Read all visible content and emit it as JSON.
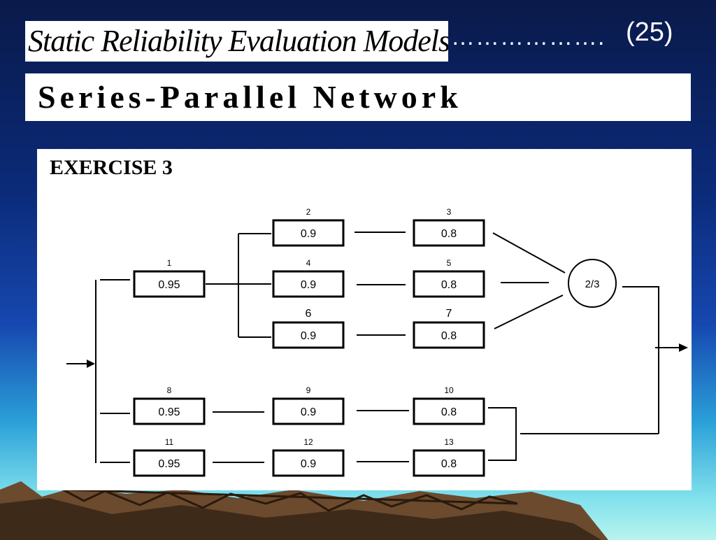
{
  "slide": {
    "title": "Static Reliability Evaluation Models",
    "title_dots": "……………….",
    "number": "(25)",
    "subtitle": "Series-Parallel Network"
  },
  "exercise": {
    "title": "EXERCISE 3",
    "blocks": [
      {
        "id": "1",
        "value": "0.95"
      },
      {
        "id": "2",
        "value": "0.9"
      },
      {
        "id": "3",
        "value": "0.8"
      },
      {
        "id": "4",
        "value": "0.9"
      },
      {
        "id": "5",
        "value": "0.8"
      },
      {
        "id": "6",
        "value": "0.9"
      },
      {
        "id": "7",
        "value": "0.8"
      },
      {
        "id": "8",
        "value": "0.95"
      },
      {
        "id": "9",
        "value": "0.9"
      },
      {
        "id": "10",
        "value": "0.8"
      },
      {
        "id": "11",
        "value": "0.95"
      },
      {
        "id": "12",
        "value": "0.9"
      },
      {
        "id": "13",
        "value": "0.8"
      }
    ],
    "voter": "2/3"
  },
  "colors": {
    "background_top": "#0a1a4a",
    "background_bottom": "#b8f4ee",
    "panel": "#ffffff"
  }
}
